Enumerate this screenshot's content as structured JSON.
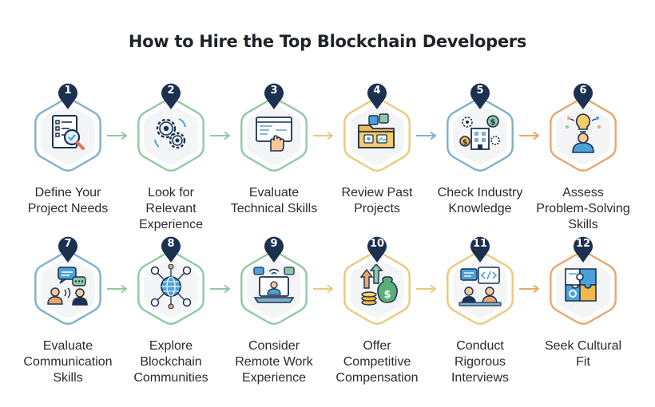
{
  "title": "How to Hire the Top Blockchain Developers",
  "colors": {
    "navy": "#1c3150",
    "blue": "#7eb0cc",
    "green": "#8fc9a3",
    "yellow": "#ecc97a",
    "orange": "#e9a66b",
    "text": "#2b2b2b"
  },
  "steps": [
    {
      "number": "1",
      "line1": "Define Your",
      "line2": "Project Needs",
      "line3": "",
      "icon": "checklist-magnifier-icon",
      "color": "blue"
    },
    {
      "number": "2",
      "line1": "Look for",
      "line2": "Relevant",
      "line3": "Experience",
      "icon": "gears-icon",
      "color": "green"
    },
    {
      "number": "3",
      "line1": "Evaluate",
      "line2": "Technical Skills",
      "line3": "",
      "icon": "code-hand-icon",
      "color": "green"
    },
    {
      "number": "4",
      "line1": "Review Past",
      "line2": "Projects",
      "line3": "",
      "icon": "folder-portfolio-icon",
      "color": "yellow"
    },
    {
      "number": "5",
      "line1": "Check Industry",
      "line2": "Knowledge",
      "line3": "",
      "icon": "industry-building-icon",
      "color": "blue"
    },
    {
      "number": "6",
      "line1": "Assess",
      "line2": "Problem-Solving",
      "line3": "Skills",
      "icon": "idea-person-icon",
      "color": "orange"
    },
    {
      "number": "7",
      "line1": "Evaluate",
      "line2": "Communication",
      "line3": "Skills",
      "icon": "chat-people-icon",
      "color": "blue"
    },
    {
      "number": "8",
      "line1": "Explore",
      "line2": "Blockchain",
      "line3": "Communities",
      "icon": "globe-network-icon",
      "color": "green"
    },
    {
      "number": "9",
      "line1": "Consider",
      "line2": "Remote Work",
      "line3": "Experience",
      "icon": "remote-laptop-icon",
      "color": "green"
    },
    {
      "number": "10",
      "line1": "Offer",
      "line2": "Competitive",
      "line3": "Compensation",
      "icon": "money-growth-icon",
      "color": "yellow"
    },
    {
      "number": "11",
      "line1": "Conduct",
      "line2": "Rigorous",
      "line3": "Interviews",
      "icon": "interview-screen-icon",
      "color": "yellow"
    },
    {
      "number": "12",
      "line1": "Seek Cultural",
      "line2": "Fit",
      "line3": "",
      "icon": "puzzle-fit-icon",
      "color": "orange"
    }
  ]
}
